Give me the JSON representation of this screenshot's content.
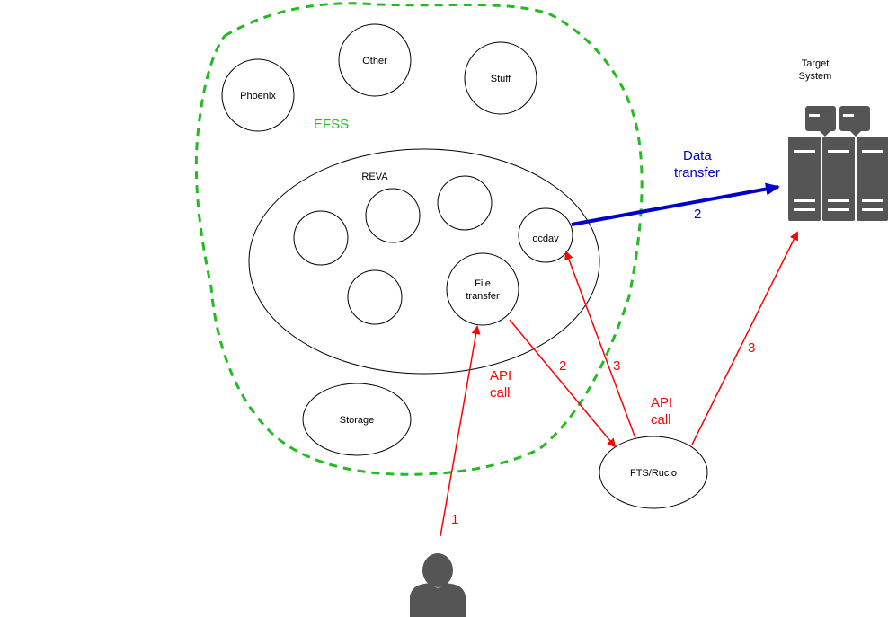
{
  "efss": {
    "label": "EFSS"
  },
  "nodes": {
    "phoenix": "Phoenix",
    "other": "Other",
    "stuff": "Stuff",
    "reva": "REVA",
    "ocdav": "ocdav",
    "file_transfer_line1": "File",
    "file_transfer_line2": "transfer",
    "storage": "Storage",
    "fts_rucio": "FTS/Rucio",
    "target_system_line1": "Target",
    "target_system_line2": "System"
  },
  "edges": {
    "api_call_1_line1": "API",
    "api_call_1_line2": "call",
    "api_call_2_line1": "API",
    "api_call_2_line2": "call",
    "data_transfer_line1": "Data",
    "data_transfer_line2": "transfer",
    "step_user": "1",
    "step_file_to_fts": "2",
    "step_fts_to_ocdav": "3",
    "step_fts_to_target": "3",
    "step_data_transfer": "2"
  },
  "colors": {
    "efss_border": "#22bb22",
    "api_arrow": "#ff0000",
    "data_arrow": "#0000cc",
    "icon_fill": "#555555"
  },
  "icons": {
    "user": "user-icon",
    "server": "server-rack-icon"
  }
}
